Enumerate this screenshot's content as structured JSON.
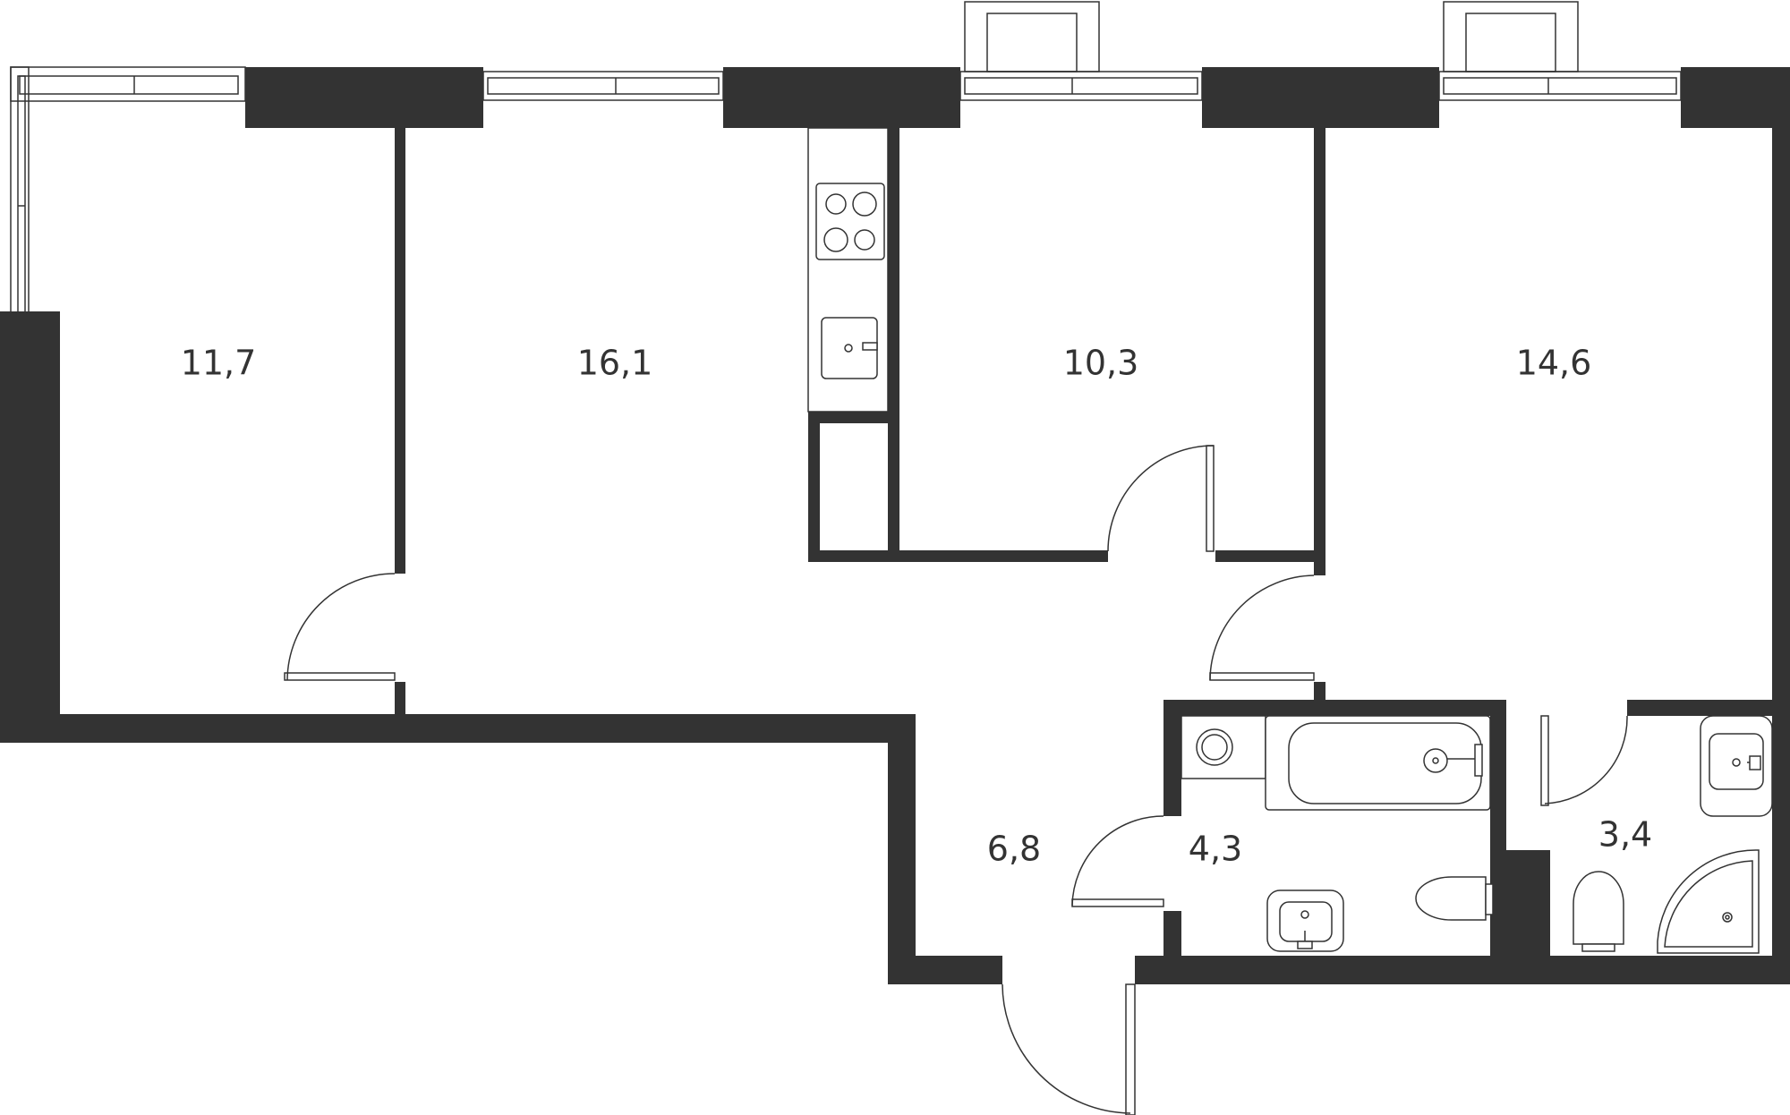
{
  "colors": {
    "wall": "#333333",
    "background": "#ffffff"
  },
  "rooms": [
    {
      "id": "room-1",
      "area": "11,7"
    },
    {
      "id": "room-2",
      "area": "16,1"
    },
    {
      "id": "room-3",
      "area": "10,3"
    },
    {
      "id": "room-4",
      "area": "14,6"
    },
    {
      "id": "hall",
      "area": "6,8"
    },
    {
      "id": "bathroom",
      "area": "4,3"
    },
    {
      "id": "wc",
      "area": "3,4"
    }
  ]
}
